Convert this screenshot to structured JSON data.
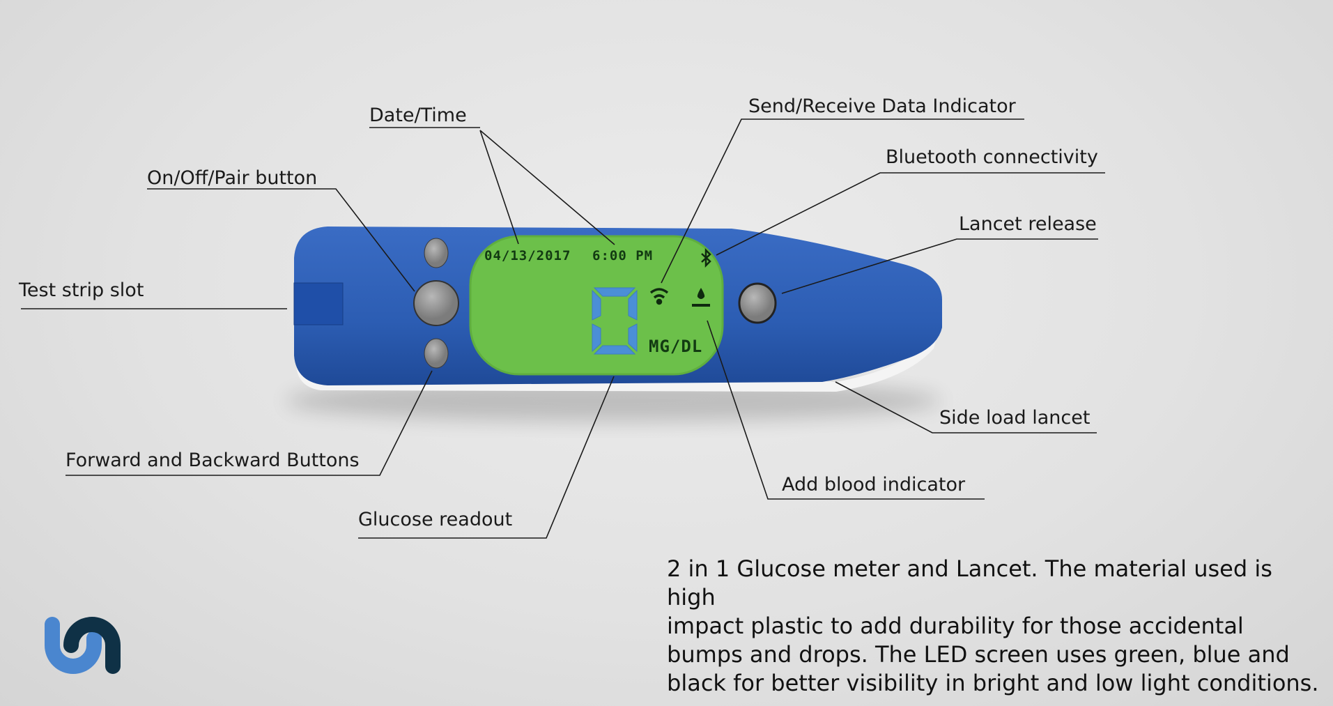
{
  "labels": {
    "date_time": "Date/Time",
    "on_off": "On/Off/Pair button",
    "test_strip": "Test strip slot",
    "send_receive": "Send/Receive Data Indicator",
    "bluetooth": "Bluetooth connectivity",
    "lancet_release": "Lancet release",
    "side_load": "Side load lancet",
    "add_blood": "Add blood indicator",
    "glucose_readout": "Glucose readout",
    "fwd_back": "Forward and Backward Buttons"
  },
  "screen": {
    "date": "04/13/2017",
    "time": "6:00 PM",
    "reading": "0",
    "unit": "MG/DL"
  },
  "description": [
    "2 in 1 Glucose meter and Lancet. The material used is high",
    "impact plastic to add durability for those accidental",
    "bumps and drops. The LED screen uses green, blue and",
    "black for better visibility in bright and low light conditions."
  ],
  "colors": {
    "body": "#2f5fb5",
    "screen": "#6cc04a",
    "digit": "#4b8fd6"
  }
}
